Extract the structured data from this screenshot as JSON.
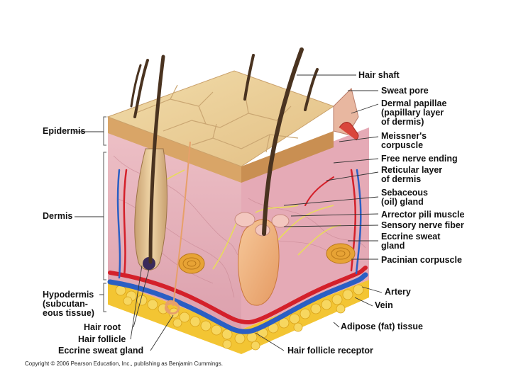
{
  "left_labels": {
    "epidermis": "Epidermis",
    "dermis": "Dermis",
    "hypodermis": "Hypodermis\n(subcutan-\neous tissue)",
    "hair_root": "Hair root",
    "hair_follicle": "Hair follicle",
    "eccrine_sweat_gland": "Eccrine sweat gland"
  },
  "right_labels": {
    "hair_shaft": "Hair shaft",
    "sweat_pore": "Sweat pore",
    "dermal_papillae": "Dermal papillae\n(papillary layer\n of dermis)",
    "meissners_corpuscle": "Meissner's\ncorpuscle",
    "free_nerve_ending": "Free nerve ending",
    "reticular_layer": "Reticular layer\nof dermis",
    "sebaceous_gland": "Sebaceous\n(oil) gland",
    "arrector_pili": "Arrector pili muscle",
    "sensory_nerve": "Sensory nerve fiber",
    "eccrine_sweat_gland": "Eccrine sweat\ngland",
    "pacinian_corpuscle": "Pacinian corpuscle",
    "artery": "Artery",
    "vein": "Vein",
    "adipose": "Adipose (fat) tissue",
    "hair_follicle_receptor": "Hair follicle receptor"
  },
  "copyright": "Copyright © 2006 Pearson Education, Inc., publishing as Benjamin Cummings.",
  "colors": {
    "epidermis_top": "#e9cf96",
    "epidermis_side": "#d9a567",
    "dermis": "#e8b4bd",
    "fat": "#f3c533",
    "artery": "#d4202a",
    "vein": "#2a5fc4",
    "hair": "#4a3320",
    "nerve": "#e8dc5a"
  }
}
